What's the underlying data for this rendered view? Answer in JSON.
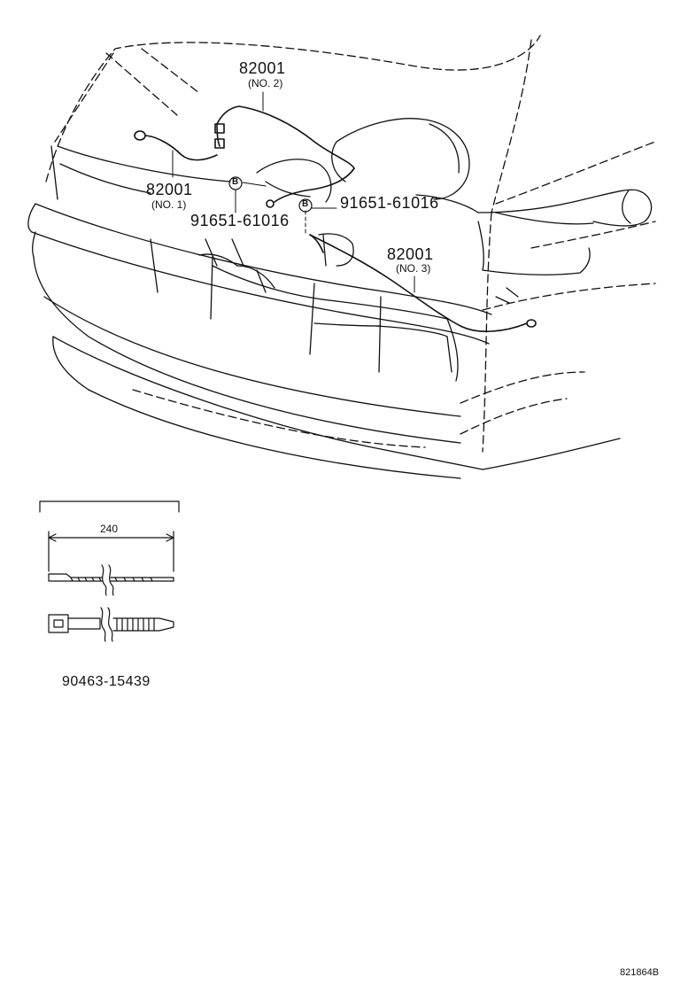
{
  "diagram": {
    "callouts": [
      {
        "id": "no2",
        "part": "82001",
        "sub": "(NO. 2)"
      },
      {
        "id": "no1",
        "part": "82001",
        "sub": "(NO. 1)"
      },
      {
        "id": "no3",
        "part": "82001",
        "sub": "(NO. 3)"
      },
      {
        "id": "clip_left",
        "part": "91651-61016",
        "badge": "B"
      },
      {
        "id": "clip_right",
        "part": "91651-61016",
        "badge": "B"
      }
    ],
    "cable_tie": {
      "dimension": "240",
      "part": "90463-15439"
    },
    "drawing_code": "821864B"
  },
  "colors": {
    "line": "#111111",
    "background": "#ffffff"
  }
}
